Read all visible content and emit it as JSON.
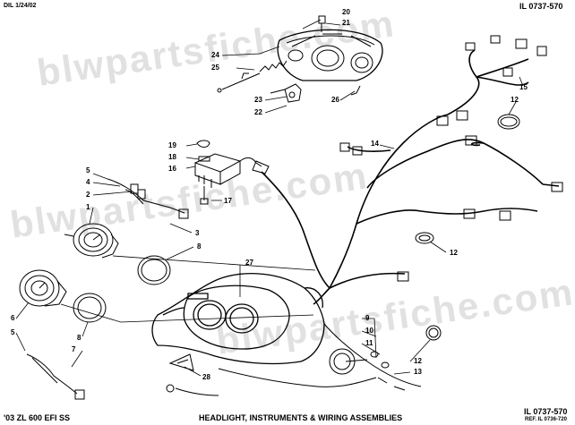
{
  "header": {
    "date_code": "DIL 1/24/02",
    "ill_top": "IL 0737-570",
    "ill_bottom": "IL 0737-570",
    "ref_code": "REF. IL 0736-720",
    "model": "'03 ZL 600 EFI SS",
    "title": "HEADLIGHT, INSTRUMENTS & WIRING ASSEMBLIES"
  },
  "watermark": {
    "text_a": "blwpartsfiche.com",
    "text_b": "blwpartsfiche.com",
    "text_c": "blwpartsfiche.com"
  },
  "callouts": [
    "1",
    "2",
    "3",
    "4",
    "5",
    "5",
    "6",
    "7",
    "8",
    "8",
    "9",
    "10",
    "11",
    "12",
    "12",
    "12",
    "13",
    "14",
    "15",
    "16",
    "17",
    "18",
    "19",
    "20",
    "21",
    "22",
    "23",
    "24",
    "25",
    "26",
    "27",
    "28"
  ]
}
